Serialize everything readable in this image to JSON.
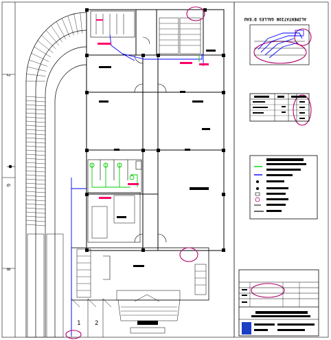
{
  "drawing": {
    "inset_title": "ALIMENTATION GALLES D'EAU",
    "grid_labels": [
      "J",
      "G",
      "B"
    ],
    "parking_numbers": [
      "1",
      "2"
    ]
  },
  "colors": {
    "line": "#000000",
    "water_supply": "#0000ff",
    "sanitary": "#00cc00",
    "markup": "#b0006a",
    "accent": "#ff0066",
    "title_block_logo": "#1b3fc4"
  },
  "legend": {
    "line_labels": [
      "",
      "",
      "",
      "",
      "",
      "",
      ""
    ]
  },
  "title_block": {
    "company": "",
    "project": ""
  }
}
